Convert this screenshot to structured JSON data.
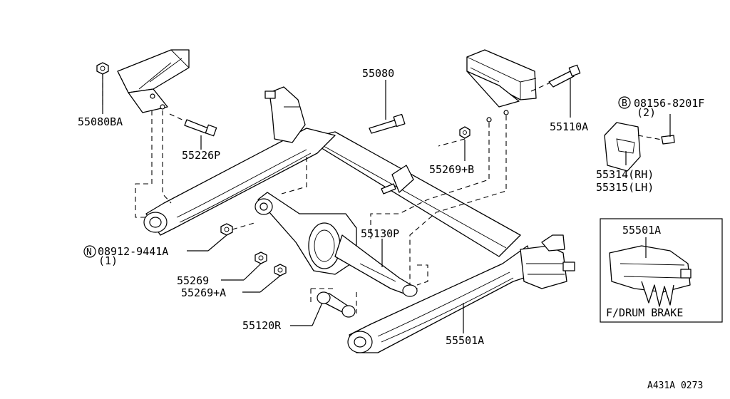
{
  "labels": {
    "p55080BA": "55080BA",
    "p55226P": "55226P",
    "p55080": "55080",
    "p55269B": "55269+B",
    "p55110A": "55110A",
    "p08156": "08156-8201F",
    "p08156_qty": "(2)",
    "p08156_prefix": "B",
    "p55314": "55314(RH)",
    "p55315": "55315(LH)",
    "p08912": "08912-9441A",
    "p08912_qty": "(1)",
    "p08912_prefix": "N",
    "p55269": "55269",
    "p55269A": "55269+A",
    "p55130P": "55130P",
    "p55120R": "55120R",
    "p55501A": "55501A",
    "inset_part": "55501A",
    "inset_caption": "F/DRUM BRAKE",
    "diagram_code": "A431A 0273"
  }
}
